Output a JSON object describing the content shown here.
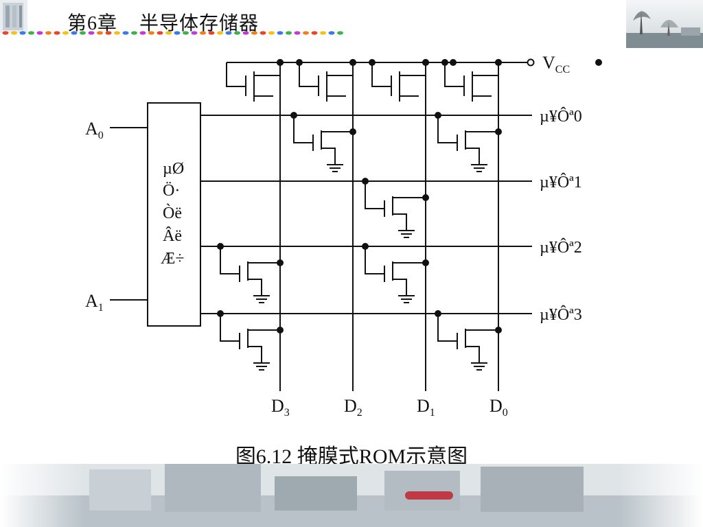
{
  "header": {
    "title": "第6章    半导体存储器"
  },
  "caption": "图6.12  掩膜式ROM示意图",
  "diagram": {
    "vcc": {
      "main": "V",
      "sub": "CC"
    },
    "inputs": [
      {
        "main": "A",
        "sub": "0"
      },
      {
        "main": "A",
        "sub": "1"
      }
    ],
    "decoder_lines": [
      "µØ",
      "Ö·",
      "Òë",
      "Âë",
      "Æ÷"
    ],
    "word_lines": [
      "µ¥Ôª0",
      "µ¥Ôª1",
      "µ¥Ôª2",
      "µ¥Ôª3"
    ],
    "outputs": [
      {
        "main": "D",
        "sub": "3"
      },
      {
        "main": "D",
        "sub": "2"
      },
      {
        "main": "D",
        "sub": "1"
      },
      {
        "main": "D",
        "sub": "0"
      }
    ]
  },
  "colors": {
    "dots": [
      "#e8442c",
      "#f2c316",
      "#3a7be0",
      "#3fb04a",
      "#c23ad6",
      "#f07f1c"
    ]
  }
}
